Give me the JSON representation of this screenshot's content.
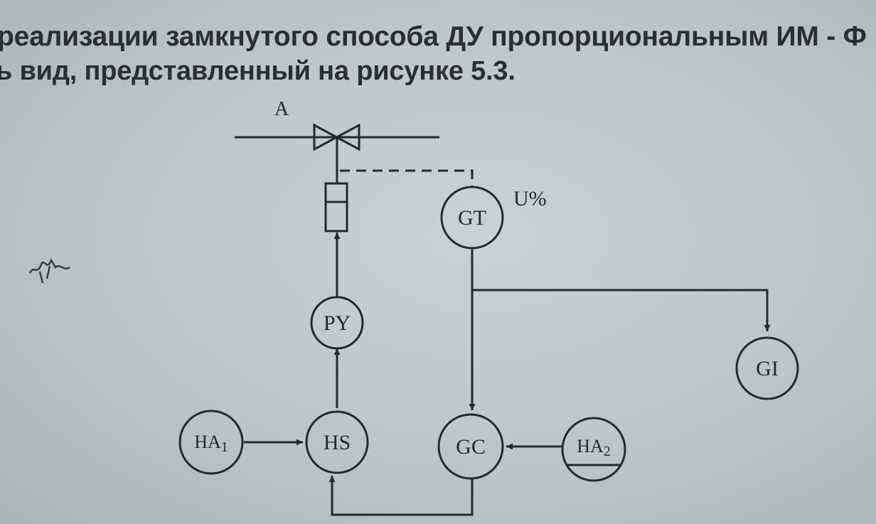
{
  "text": {
    "line1": "реализации замкнутого способа ДУ пропорциональным ИМ - Ф",
    "line2": "ь вид, представленный на рисунке 5.3."
  },
  "diagram": {
    "valve_label": "A",
    "gt_unit": "U%",
    "nodes": {
      "gt": "GT",
      "py": "PY",
      "gi": "GI",
      "hs": "HS",
      "gc": "GC",
      "ha1": "HA",
      "ha1_sub": "1",
      "ha2": "HA",
      "ha2_sub": "2"
    }
  },
  "colors": {
    "ink": "#26292d",
    "paper": "#c3cccd"
  }
}
